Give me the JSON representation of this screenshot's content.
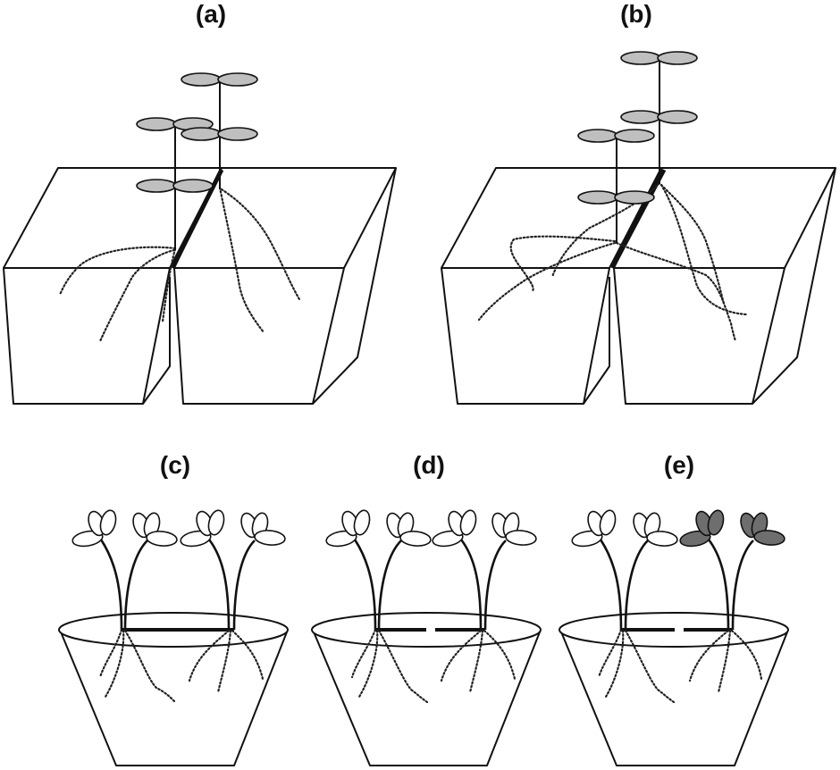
{
  "panels": [
    {
      "id": "a",
      "label": "(a)"
    },
    {
      "id": "b",
      "label": "(b)"
    },
    {
      "id": "c",
      "label": "(c)"
    },
    {
      "id": "d",
      "label": "(d)"
    },
    {
      "id": "e",
      "label": "(e)"
    }
  ],
  "colors": {
    "line": "#111111",
    "leaf_gray": "#bfbfbf",
    "leaf_white": "#ffffff",
    "leaf_dark": "#6e6e6e"
  }
}
